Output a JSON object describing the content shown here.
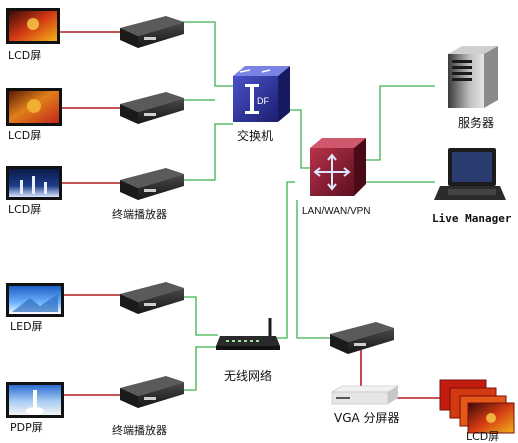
{
  "labels": {
    "lcd1": "LCD屏",
    "lcd2": "LCD屏",
    "lcd3": "LCD屏",
    "led": "LED屏",
    "pdp": "PDP屏",
    "player_top": "终端播放器",
    "player_bottom": "终端播放器",
    "switch": "交换机",
    "switch_mark": "DF",
    "router": "LAN/WAN/VPN",
    "server": "服务器",
    "live_manager": "Live Manager",
    "wireless": "无线网络",
    "vga_splitter": "VGA 分屏器",
    "lcd_wall": "LCD屏"
  },
  "colors": {
    "network_line": "#3cb34a",
    "video_line": "#b31b1b",
    "device_body": "#2b2b2b",
    "switch_blue": "#2a2f9a",
    "router_red": "#8e1b2e"
  },
  "icons": {
    "screens": "monitor-icon",
    "players": "media-player-icon",
    "switch": "switch-icon",
    "router": "router-icon",
    "server": "server-tower-icon",
    "laptop": "laptop-icon",
    "wireless": "wireless-ap-icon",
    "splitter": "vga-splitter-icon"
  }
}
